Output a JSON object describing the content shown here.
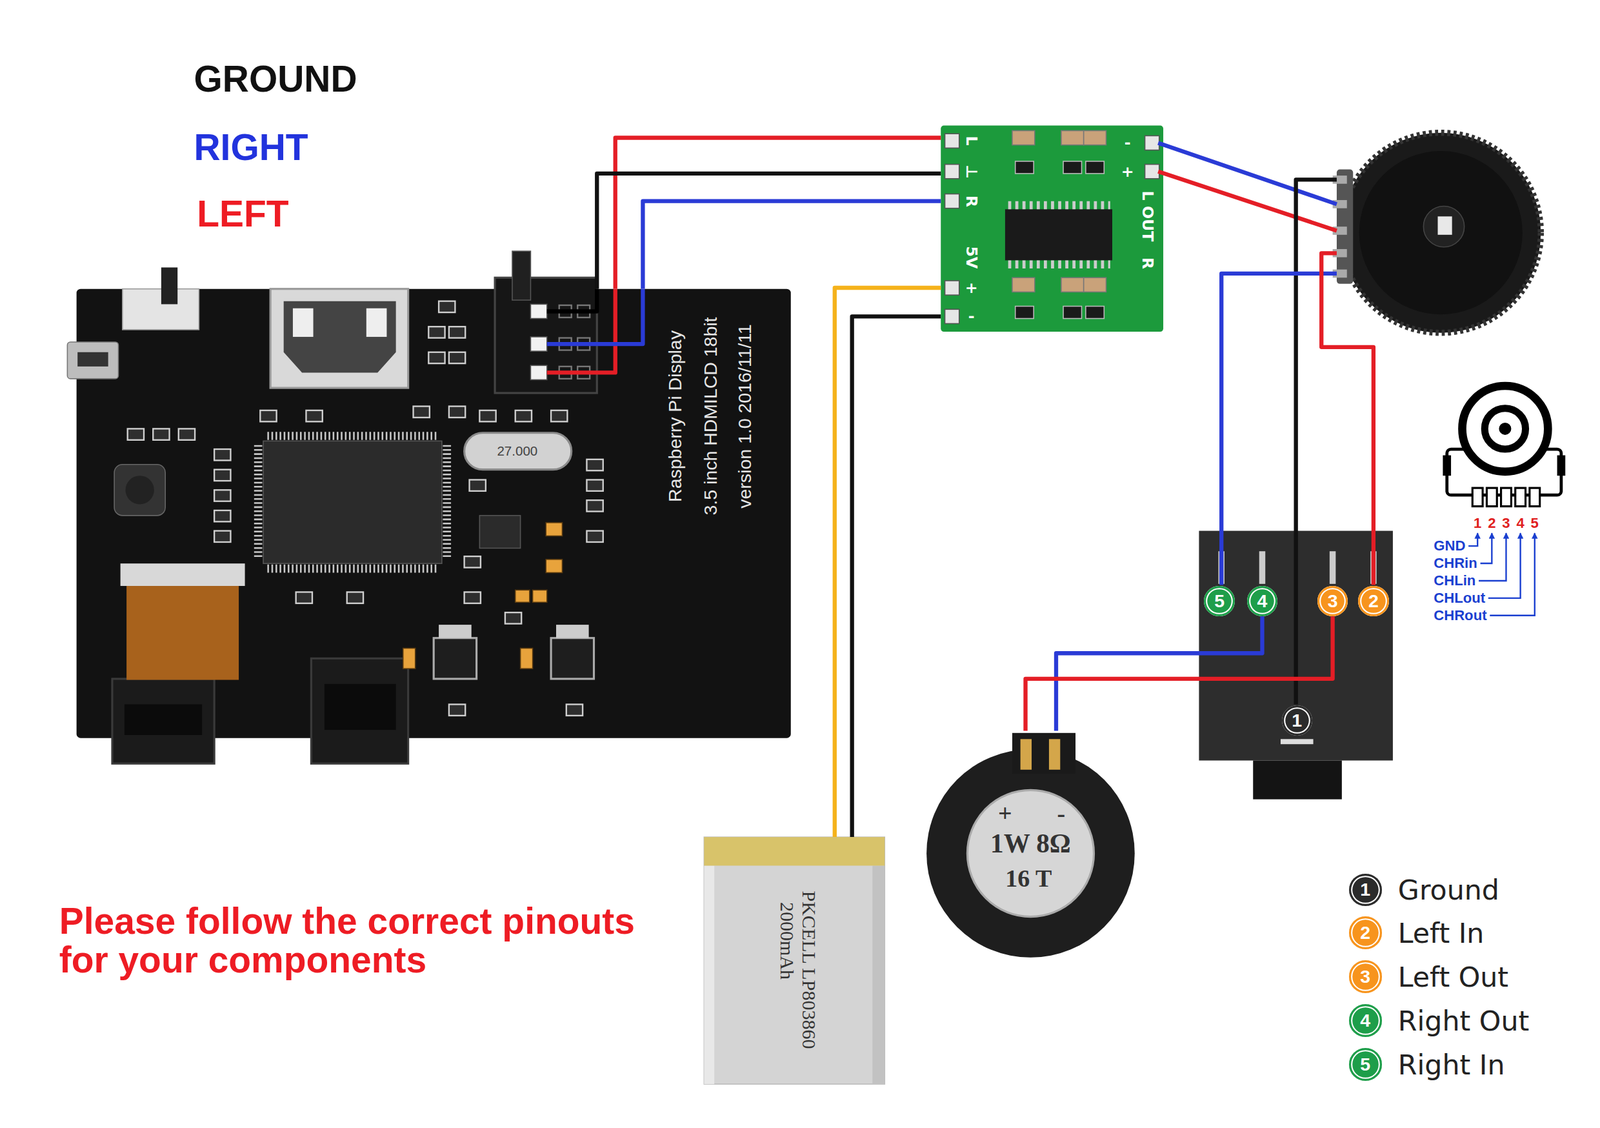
{
  "diagram": {
    "nodes": [
      {
        "text": [
          "L",
          "⊥",
          "R",
          "5V",
          "+",
          "-",
          "-",
          "+",
          "L OUT",
          "R"
        ]
      },
      {
        "text": [
          "Raspberry Pi Display",
          "3.5 inch HDMILCD 18bit",
          "version 1.0 2016/11/11"
        ]
      },
      {
        "text": [
          "5"
        ]
      },
      {
        "text": [
          "4"
        ]
      },
      {
        "text": [
          "3"
        ]
      },
      {
        "text": [
          "2"
        ]
      },
      {
        "text": [
          "1"
        ]
      },
      {
        "text": [
          "+",
          "-",
          "1W 8Ω",
          "16 T"
        ]
      },
      {
        "text": [
          "PKCELL LP803860",
          "2000mAh"
        ]
      }
    ],
    "edges": [
      {
        "from": 1,
        "to": 0,
        "arrow": "none"
      },
      {
        "from": 1,
        "to": 0,
        "arrow": "none"
      },
      {
        "from": 1,
        "to": 0,
        "arrow": "none"
      },
      {
        "from": 8,
        "to": 0,
        "arrow": "none"
      },
      {
        "from": 8,
        "to": 0,
        "arrow": "none"
      },
      {
        "from": 3,
        "to": 7,
        "arrow": "none"
      },
      {
        "from": 4,
        "to": 7,
        "arrow": "none"
      }
    ],
    "labels": [
      "GROUND",
      "RIGHT",
      "LEFT",
      "27.000",
      "1",
      "2",
      "3",
      "4",
      "5",
      "GND",
      "CHRin",
      "CHLin",
      "CHLout",
      "CHRout",
      "1",
      "2",
      "3",
      "4",
      "5",
      "Please follow the correct pinouts for your components"
    ],
    "legend": [
      {
        "text": "Ground",
        "color": "#2b2b2b"
      },
      {
        "text": "Left In",
        "color": "#f7941d"
      },
      {
        "text": "Left Out",
        "color": "#f7941d"
      },
      {
        "text": "Right Out",
        "color": "#1e9e4a"
      },
      {
        "text": "Right In",
        "color": "#1e9e4a"
      }
    ]
  }
}
